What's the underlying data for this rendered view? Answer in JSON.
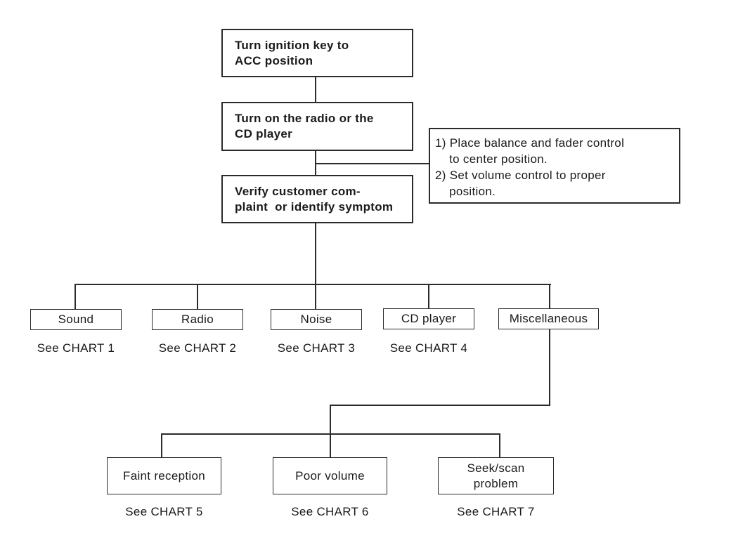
{
  "flowchart": {
    "steps": [
      {
        "label": "Turn ignition key to\nACC position"
      },
      {
        "label": "Turn on the radio or the\nCD player"
      },
      {
        "label": "Verify customer com-\nplaint  or identify symptom"
      }
    ],
    "note": {
      "text": "1) Place balance and fader control\n    to center position.\n2) Set volume control to proper\n    position."
    },
    "branches": [
      {
        "label": "Sound",
        "chart_ref": "See CHART 1"
      },
      {
        "label": "Radio",
        "chart_ref": "See CHART 2"
      },
      {
        "label": "Noise",
        "chart_ref": "See CHART 3"
      },
      {
        "label": "CD player",
        "chart_ref": "See CHART 4"
      },
      {
        "label": "Miscellaneous",
        "chart_ref": ""
      }
    ],
    "sub_branches": [
      {
        "label": "Faint reception",
        "chart_ref": "See CHART 5"
      },
      {
        "label": "Poor volume",
        "chart_ref": "See CHART 6"
      },
      {
        "label": "Seek/scan\nproblem",
        "chart_ref": "See CHART 7"
      }
    ],
    "colors": {
      "background": "#ffffff",
      "line": "#2b2b2b",
      "text": "#1a1a1a"
    }
  }
}
